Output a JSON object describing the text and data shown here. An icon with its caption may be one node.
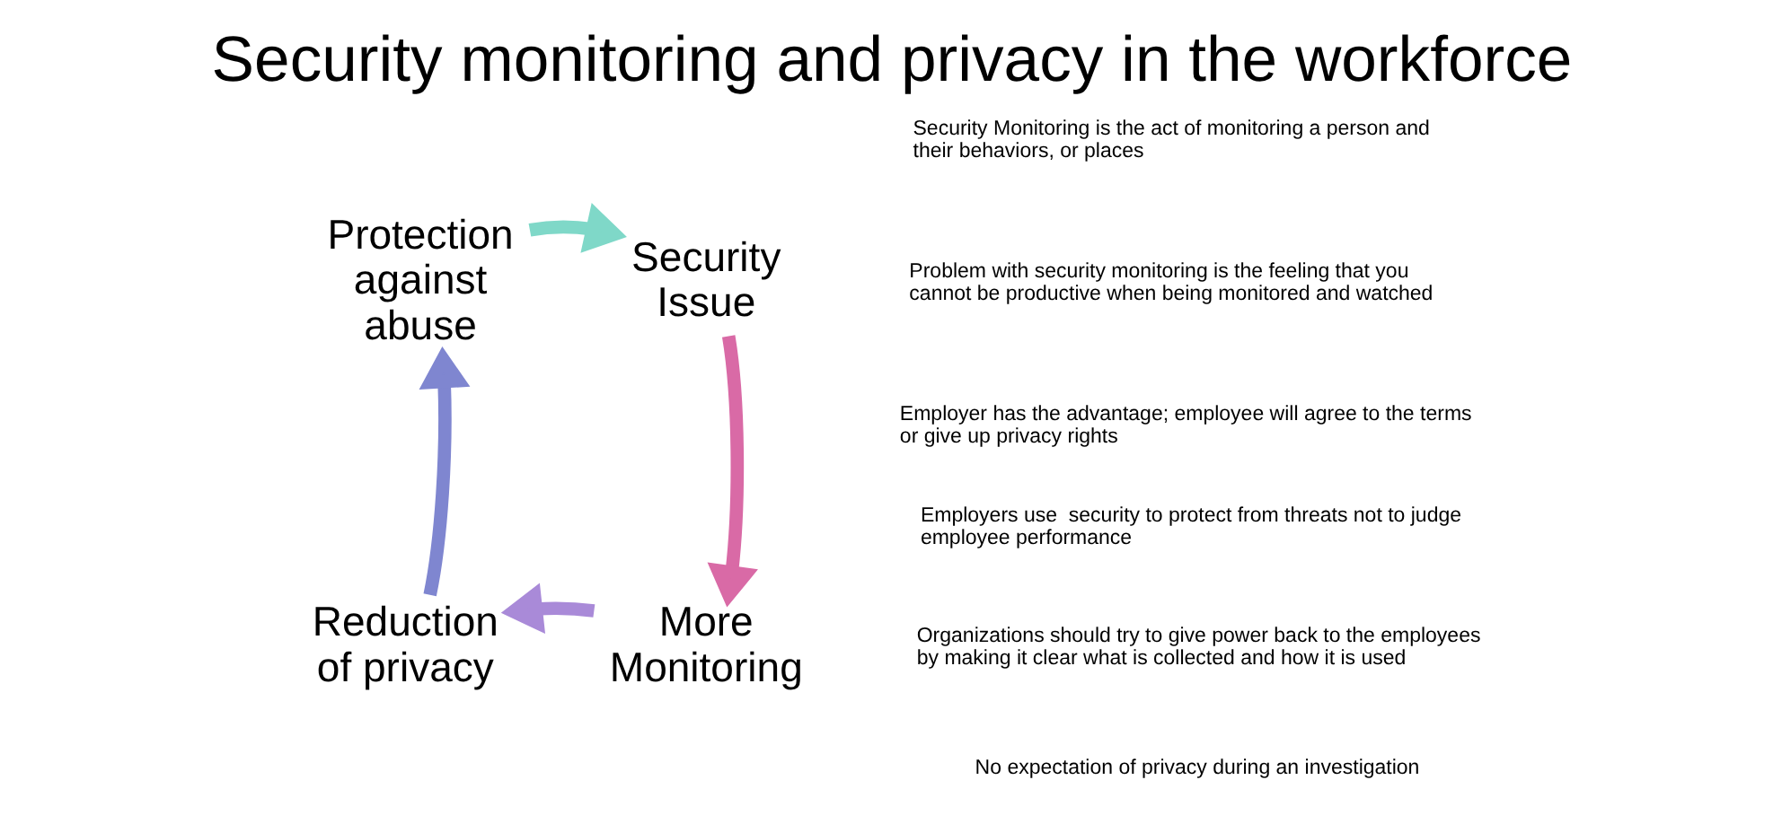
{
  "diagram": {
    "title": "Security monitoring and privacy in the workforce",
    "nodes": [
      {
        "text": [
          "Protection against abuse"
        ]
      },
      {
        "text": [
          "Security Issue"
        ]
      },
      {
        "text": [
          "More Monitoring"
        ]
      },
      {
        "text": [
          "Reduction of privacy"
        ]
      }
    ],
    "edges": [
      {
        "from": 0,
        "to": 1,
        "arrow": "to",
        "color": "#7fd8c8"
      },
      {
        "from": 1,
        "to": 2,
        "arrow": "to",
        "color": "#d96aa6"
      },
      {
        "from": 2,
        "to": 3,
        "arrow": "to",
        "color": "#a98ad8"
      },
      {
        "from": 3,
        "to": 0,
        "arrow": "to",
        "color": "#7f86d0"
      }
    ],
    "labels": [
      "Security Monitoring is the act of monitoring a person and their behaviors, or places",
      "Problem with security monitoring is the feeling that you cannot be productive when being monitored and watched",
      "Employer has the advantage; employee will agree to the terms or give up privacy rights",
      "Employers use  security to protect from threats not to judge employee performance",
      "Organizations should try to give power back to the employees by making it clear what is collected and how it is used",
      "No expectation of privacy during an investigation"
    ]
  }
}
